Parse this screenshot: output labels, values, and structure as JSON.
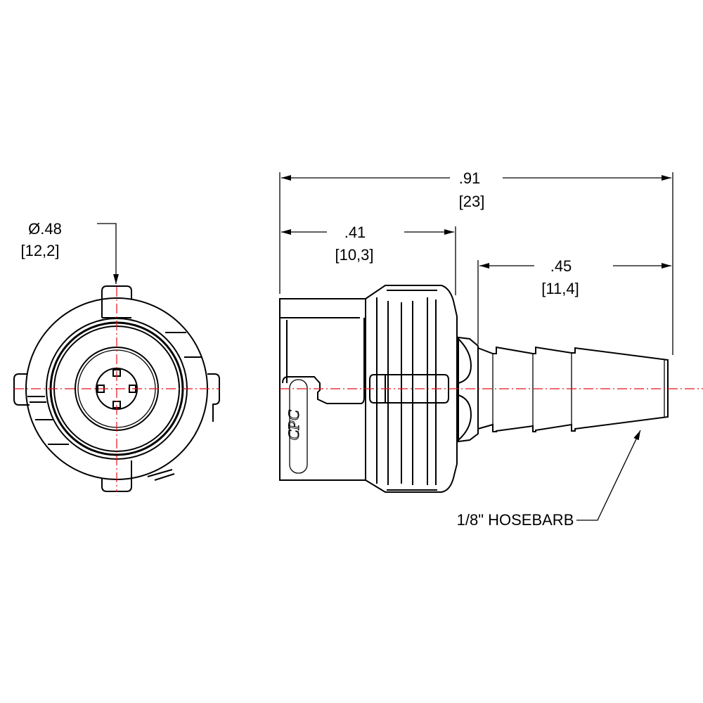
{
  "front_view": {
    "diameter_label": "Ø.48",
    "diameter_metric": "[12,2]"
  },
  "side_view": {
    "overall_length": ".91",
    "overall_length_metric": "[23]",
    "body_length": ".41",
    "body_length_metric": "[10,3]",
    "barb_length": ".45",
    "barb_length_metric": "[11,4]",
    "callout": "1/8\" HOSEBARB",
    "logo_text": "CPC"
  },
  "colors": {
    "line": "#000000",
    "centerline": "#e8131b",
    "background": "#ffffff"
  }
}
